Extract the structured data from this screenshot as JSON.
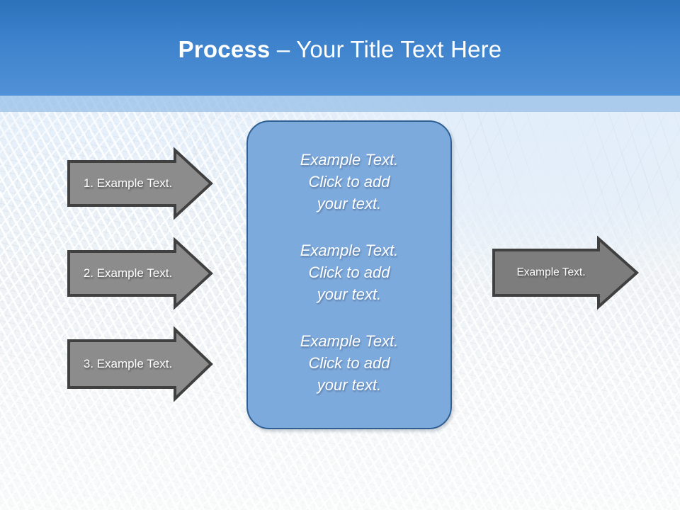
{
  "slide": {
    "title_bold": "Process",
    "title_rest": " – Your Title Text Here",
    "colors": {
      "header_top": "#2b72bb",
      "header_bottom": "#5191d6",
      "header_subband": "#96bee8",
      "center_box_fill": "#7daadd",
      "center_box_border": "#2f5f92",
      "arrow_fill": "#8c8c8c",
      "arrow_border": "#404040",
      "text_white": "#ffffff"
    }
  },
  "steps": [
    {
      "label": "1. Example Text."
    },
    {
      "label": "2. Example Text."
    },
    {
      "label": "3. Example Text."
    }
  ],
  "center": {
    "blocks": [
      {
        "text": "Example Text.\nClick  to add\nyour text."
      },
      {
        "text": "Example Text.\nClick  to add\nyour text."
      },
      {
        "text": "Example Text.\nClick  to add\nyour text."
      }
    ]
  },
  "output": {
    "label": "Example Text."
  }
}
